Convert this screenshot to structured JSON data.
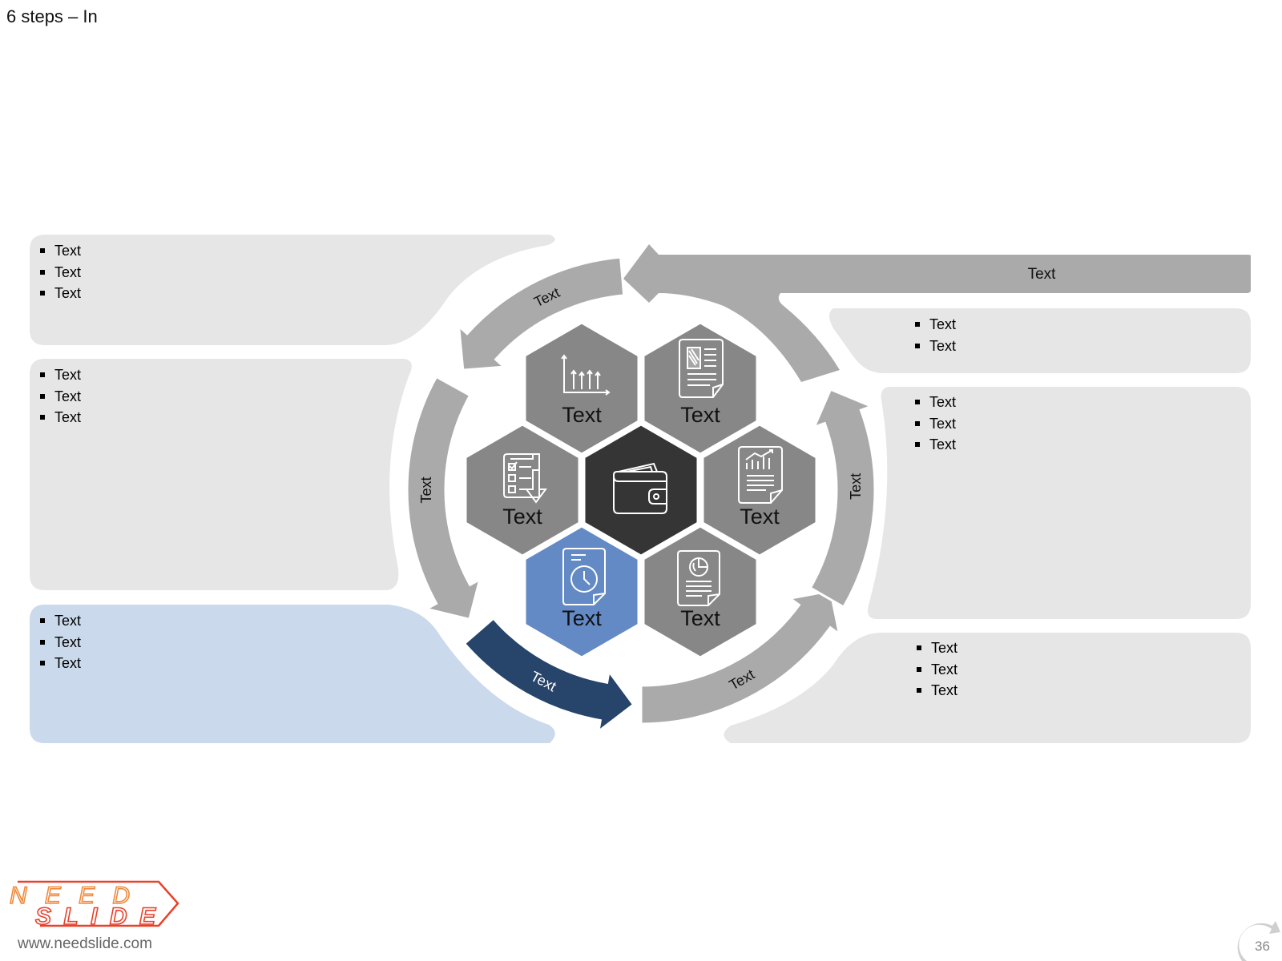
{
  "slide": {
    "title": "6 steps – In"
  },
  "panels": {
    "left_top": [
      "Text",
      "Text",
      "Text"
    ],
    "left_middle": [
      "Text",
      "Text",
      "Text"
    ],
    "left_bottom": [
      "Text",
      "Text",
      "Text"
    ],
    "right_top": [
      "Text",
      "Text"
    ],
    "right_middle": [
      "Text",
      "Text",
      "Text"
    ],
    "right_bottom": [
      "Text",
      "Text",
      "Text"
    ]
  },
  "banner": {
    "label": "Text"
  },
  "arrows": {
    "top_left": "Text",
    "left": "Text",
    "bottom_left": "Text",
    "bottom_right": "Text",
    "right": "Text"
  },
  "hexagons": {
    "top_left": {
      "label": "Text",
      "icon": "bar-chart-icon"
    },
    "top_right": {
      "label": "Text",
      "icon": "document-icon"
    },
    "middle_left": {
      "label": "Text",
      "icon": "checklist-icon"
    },
    "middle_right": {
      "label": "Text",
      "icon": "growth-report-icon"
    },
    "bottom_left": {
      "label": "Text",
      "icon": "clock-document-icon"
    },
    "bottom_right": {
      "label": "Text",
      "icon": "pie-report-icon"
    },
    "center": {
      "icon": "wallet-icon"
    }
  },
  "colors": {
    "hex_gray": "#878787",
    "hex_active": "#638ac5",
    "hex_center": "#353535",
    "arrow_gray": "#aaaaaa",
    "arrow_active": "#27446b",
    "panel_gray": "#e6e6e6",
    "panel_active": "#cad9ec"
  },
  "footer": {
    "url": "www.needslide.com",
    "page_number": "36",
    "logo_line1": "NEED",
    "logo_line2": "SLIDE"
  }
}
